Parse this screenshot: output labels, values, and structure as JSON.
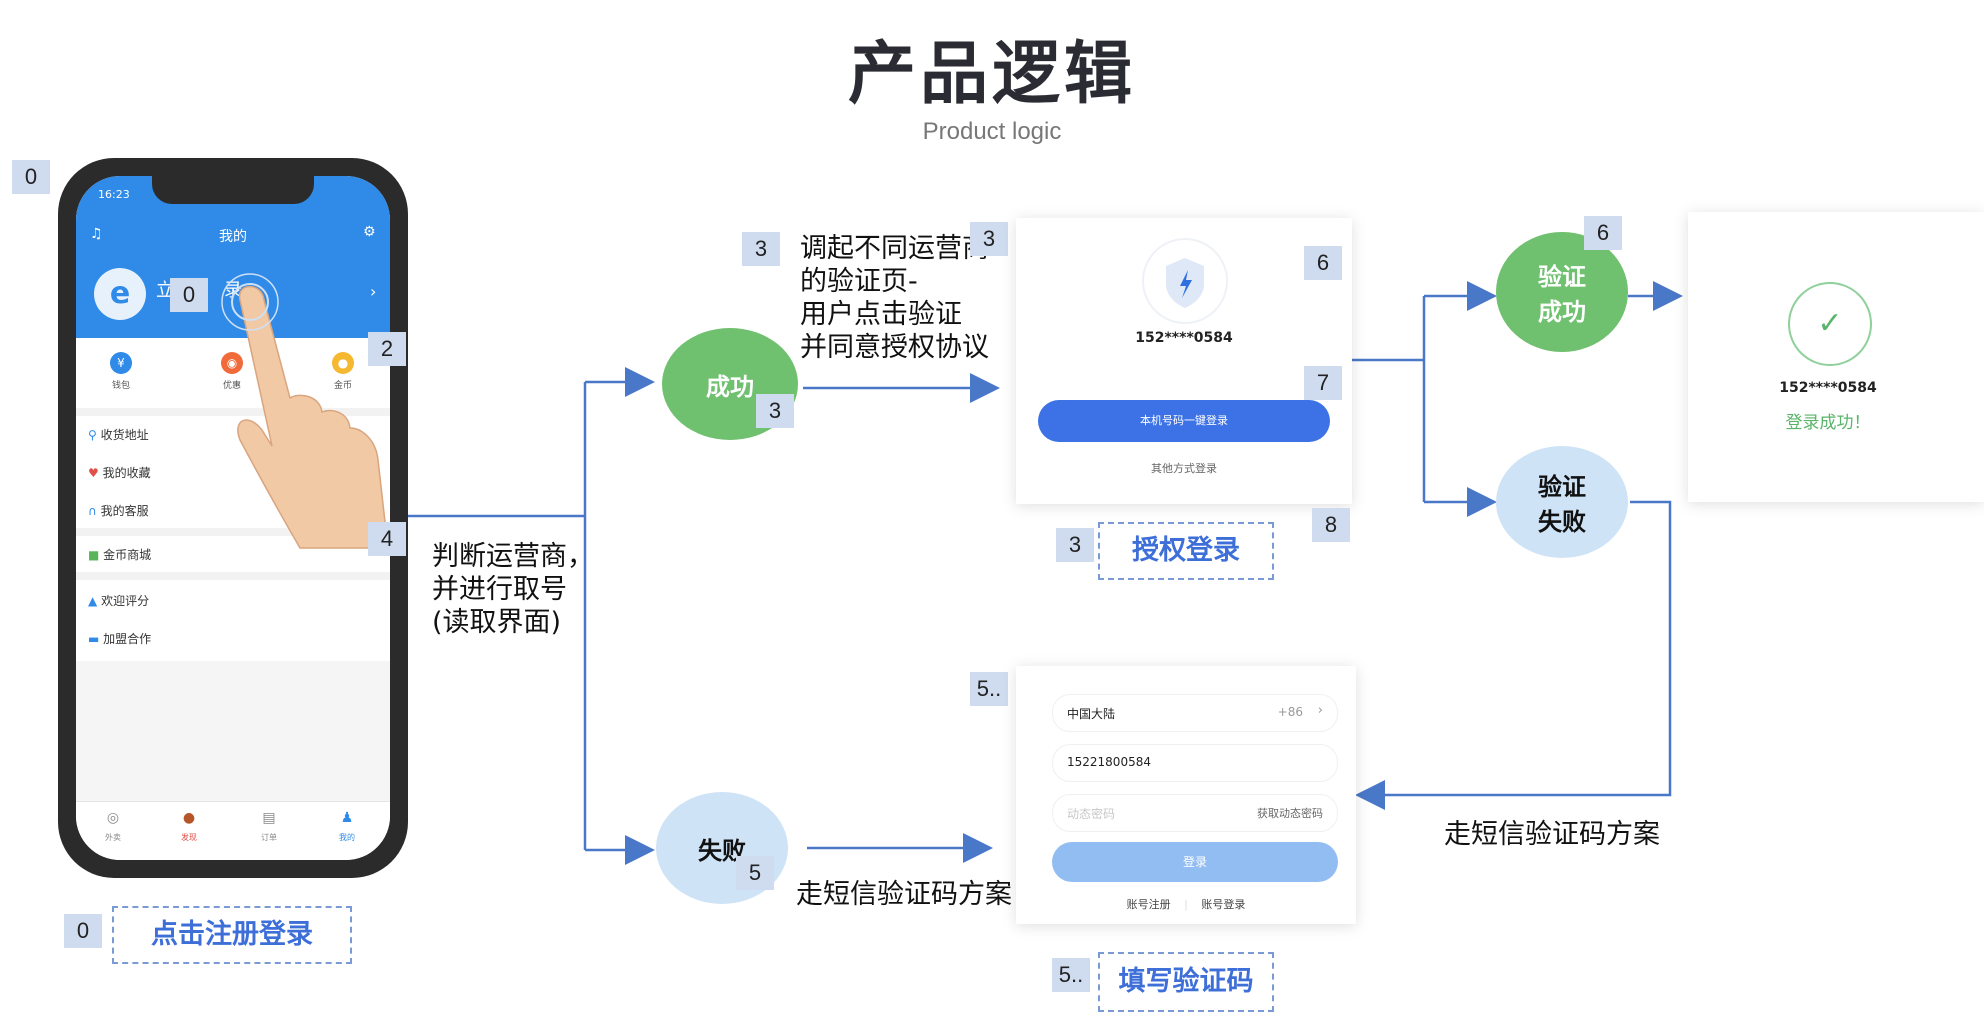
{
  "header": {
    "title": "产品逻辑",
    "subtitle": "Product logic"
  },
  "phone": {
    "time": "16:23",
    "nav_title": "我的",
    "login_text": "立",
    "login_text2": "录",
    "quick_items": [
      "钱包",
      "优惠",
      "金币"
    ],
    "menu": [
      "收货地址",
      "我的收藏",
      "我的客服",
      "金币商城",
      "欢迎评分",
      "加盟合作"
    ],
    "tabs": [
      "外卖",
      "发现",
      "订单",
      "我的"
    ]
  },
  "badges": {
    "b0_top": "0",
    "b0_phone": "0",
    "b0_label": "0",
    "b2": "2",
    "b3_left": "3",
    "b3_right": "3",
    "b3_success": "3",
    "b3_label": "3",
    "b4": "4",
    "b5_fail": "5",
    "b5_card": "5..",
    "b5_label": "5..",
    "b6_card": "6",
    "b6_verify": "6",
    "b7": "7",
    "b8": "8"
  },
  "labels": {
    "click_register": "点击注册登录",
    "auth_login": "授权登录",
    "fill_code": "填写验证码"
  },
  "texts": {
    "judge_operator": [
      "判断运营商，",
      "并进行取号",
      "(读取界面)"
    ],
    "invoke_page": [
      "调起不同运营商",
      "的验证页-",
      "用户点击验证",
      "并同意授权协议"
    ],
    "sms_plan_left": "走短信验证码方案",
    "sms_plan_right": "走短信验证码方案"
  },
  "nodes": {
    "success": "成功",
    "fail": "失败",
    "verify_success": [
      "验证",
      "成功"
    ],
    "verify_fail": [
      "验证",
      "失败"
    ]
  },
  "auth_card": {
    "phone": "152****0584",
    "button": "本机号码一键登录",
    "other": "其他方式登录"
  },
  "sms_card": {
    "region": "中国大陆",
    "code": "+86",
    "phone": "15221800584",
    "code_placeholder": "动态密码",
    "get_code": "获取动态密码",
    "login_button": "登录",
    "register": "账号注册",
    "account_login": "账号登录"
  },
  "result_card": {
    "phone": "152****0584",
    "status": "登录成功！"
  },
  "colors": {
    "accent": "#3e6fd8",
    "green": "#6fc06f",
    "light_blue": "#cfe3f7",
    "arrow": "#4a78c8"
  }
}
